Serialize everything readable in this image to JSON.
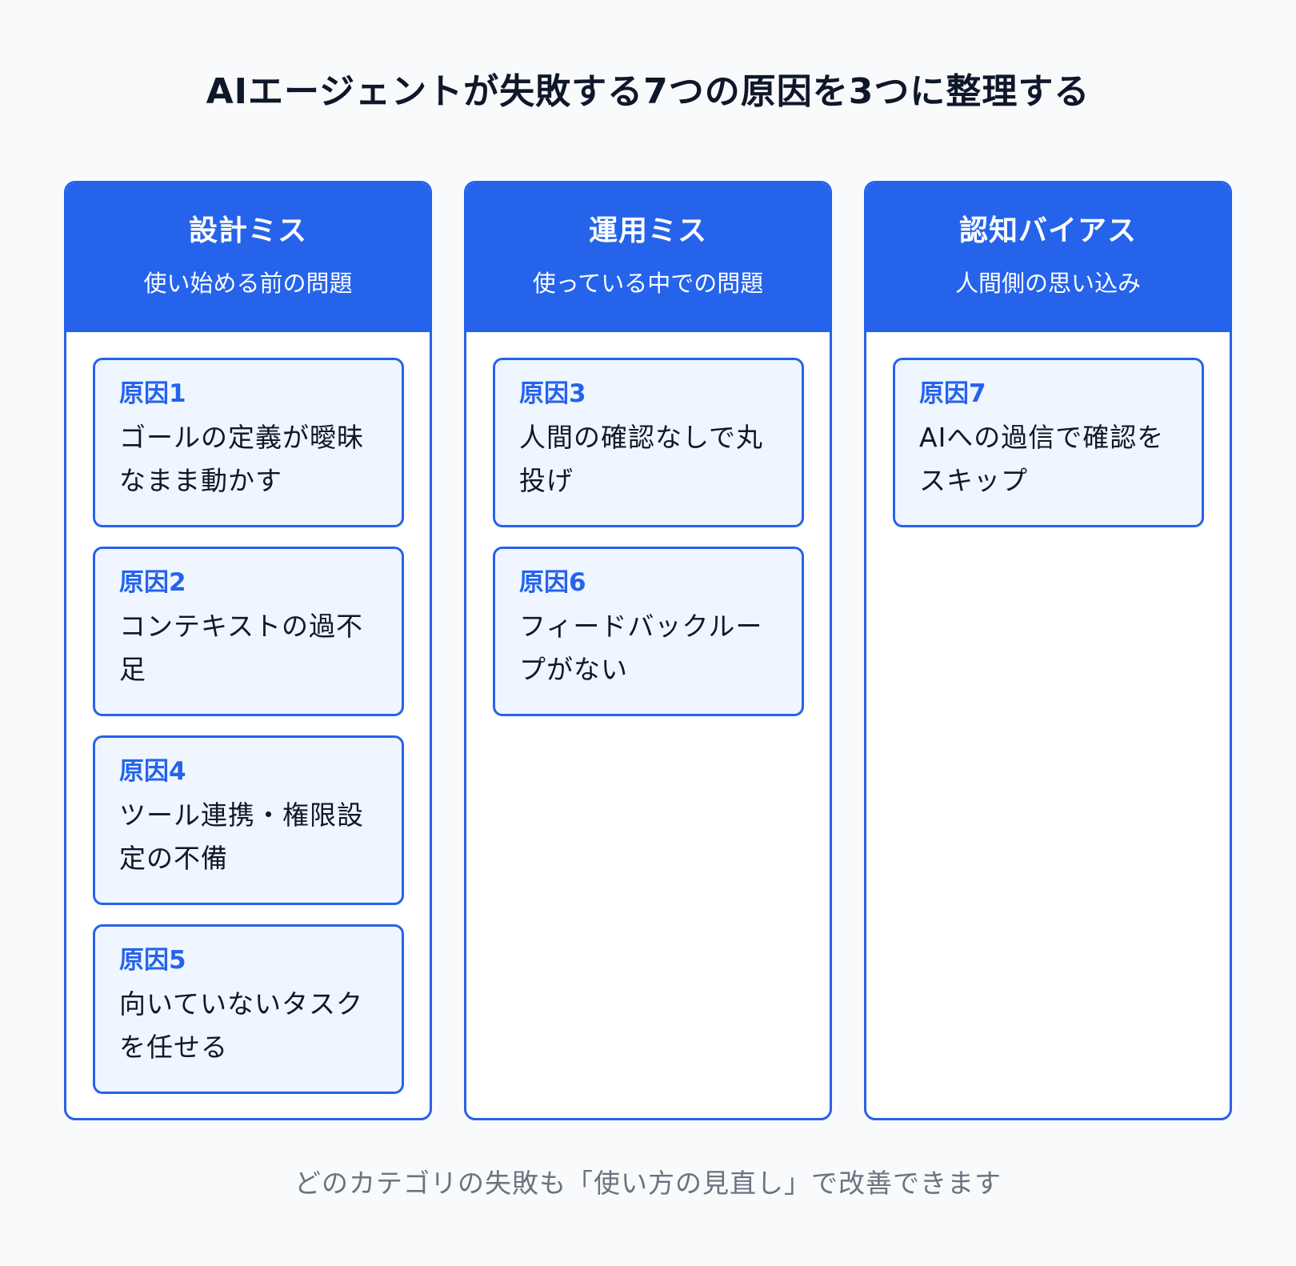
{
  "title": "AIエージェントが失敗する7つの原因を3つに整理する",
  "columns": [
    {
      "title": "設計ミス",
      "subtitle": "使い始める前の問題",
      "cards": [
        {
          "label": "原因1",
          "text": "ゴールの定義が曖昧なまま動かす"
        },
        {
          "label": "原因2",
          "text": "コンテキストの過不足"
        },
        {
          "label": "原因4",
          "text": "ツール連携・権限設定の不備"
        },
        {
          "label": "原因5",
          "text": "向いていないタスクを任せる"
        }
      ]
    },
    {
      "title": "運用ミス",
      "subtitle": "使っている中での問題",
      "cards": [
        {
          "label": "原因3",
          "text": "人間の確認なしで丸投げ"
        },
        {
          "label": "原因6",
          "text": "フィードバックループがない"
        }
      ]
    },
    {
      "title": "認知バイアス",
      "subtitle": "人間側の思い込み",
      "cards": [
        {
          "label": "原因7",
          "text": "AIへの過信で確認をスキップ"
        }
      ]
    }
  ],
  "footer": "どのカテゴリの失敗も「使い方の見直し」で改善できます",
  "colors": {
    "accent": "#2563eb",
    "card_bg": "#eff6ff",
    "title_text": "#0f172a",
    "footer_text": "#6b7280"
  }
}
